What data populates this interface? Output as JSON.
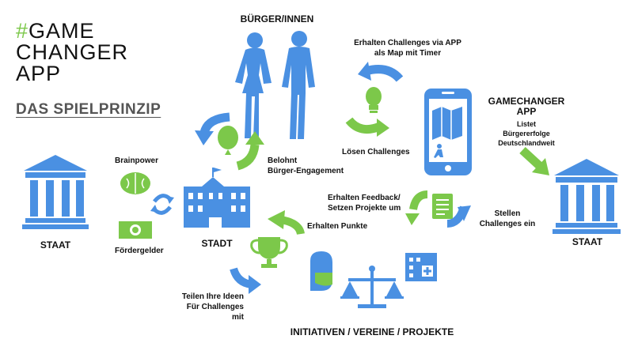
{
  "logo": {
    "hash": "#",
    "line1": "GAME",
    "line2": "CHANGER",
    "line3": "APP"
  },
  "heading": "DAS SPIELPRINZIP",
  "labels": {
    "buerger": "BÜRGER/INNEN",
    "erhalten_challenges_1": "Erhalten Challenges via APP",
    "erhalten_challenges_2": "als Map mit Timer",
    "loesen": "Lösen Challenges",
    "belohnt_1": "Belohnt",
    "belohnt_2": "Bürger-Engagement",
    "brainpower": "Brainpower",
    "foerdergelder": "Fördergelder",
    "staat_left": "STAAT",
    "stadt": "STADT",
    "erhalten_feedback_1": "Erhalten Feedback/",
    "erhalten_feedback_2": "Setzen Projekte um",
    "erhalten_punkte": "Erhalten Punkte",
    "stellen_1": "Stellen",
    "stellen_2": "Challenges ein",
    "gamechanger_1": "GAMECHANGER",
    "gamechanger_2": "APP",
    "listet_1": "Listet",
    "listet_2": "Bürgererfolge",
    "listet_3": "Deutschlandweit",
    "staat_right": "STAAT",
    "teilen_1": "Teilen Ihre Ideen",
    "teilen_2": "Für Challenges mit",
    "initiativen": "INITIATIVEN / VEREINE / PROJEKTE"
  },
  "colors": {
    "blue": "#4a90e2",
    "green": "#7cc84a",
    "dark": "#111111",
    "grey": "#555555"
  }
}
